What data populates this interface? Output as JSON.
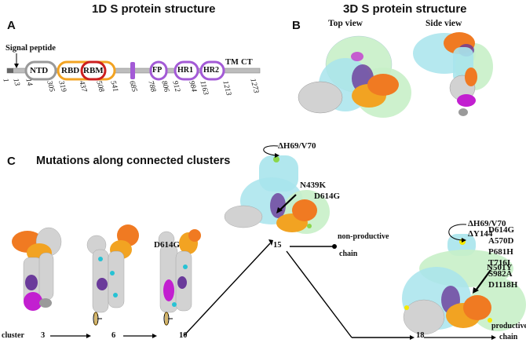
{
  "titles": {
    "panel_1d": "1D S protein structure",
    "panel_3d": "3D S protein structure",
    "panel_c": "Mutations along connected clusters"
  },
  "panel_letters": {
    "a": "A",
    "b": "B",
    "c": "C"
  },
  "panel_a": {
    "signal_peptide": "Signal peptide",
    "domains": [
      "NTD",
      "RBD",
      "RBM",
      "FP",
      "HR1",
      "HR2",
      "TM",
      "CT"
    ],
    "positions": [
      "1",
      "13",
      "14",
      "305",
      "319",
      "437",
      "508",
      "541",
      "685",
      "788",
      "806",
      "912",
      "984",
      "1163",
      "1213",
      "1273"
    ]
  },
  "panel_b": {
    "top_view": "Top view",
    "side_view": "Side view"
  },
  "panel_c": {
    "cluster_label": "cluster",
    "clusters": [
      "3",
      "6",
      "10",
      "15",
      "18"
    ],
    "mut_d614g_small": "D614G",
    "mut_15_del": "ΔH69/V70",
    "mut_15_n439k": "N439K",
    "mut_15_d614g": "D614G",
    "non_productive": "non-productive",
    "chain_a": "chain",
    "mut_18_del": "ΔH69/V70",
    "mut_18_y144": "ΔY144",
    "mut_18_n501y": "N501Y",
    "mut_18_list": [
      "D614G",
      "A570D",
      "P681H",
      "T716I",
      "S982A",
      "D1118H"
    ],
    "productive": "productive",
    "chain_b": "chain"
  },
  "colors": {
    "ntd_outline": "#999999",
    "rbd_outline": "#f2a322",
    "rbm_outline": "#cc1f1f",
    "fp_hr_outline": "#a35ad6",
    "backbone": "#bdbdbd",
    "cyan_chain": "#a8e4ec",
    "green_chain": "#c8f0c8",
    "orange_rbd": "#f07a22",
    "magenta_fp": "#c21fd0",
    "purple_core": "#6a3a9a",
    "grey_chain": "#d2d2d2"
  }
}
